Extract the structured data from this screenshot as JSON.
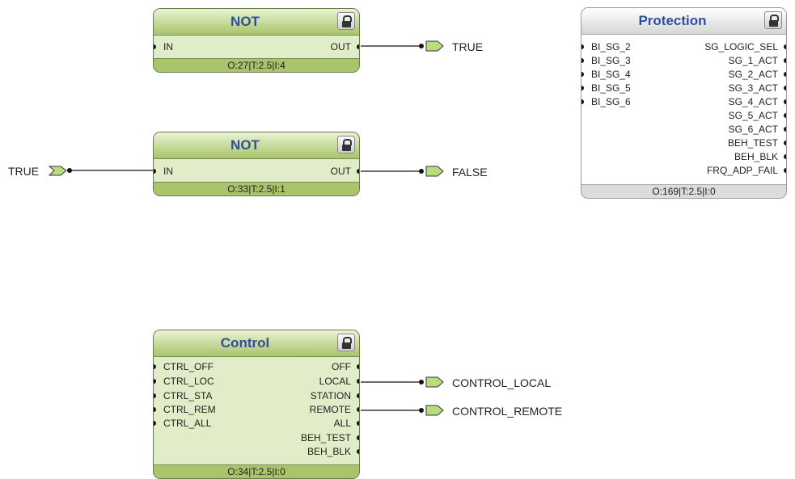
{
  "blocks": {
    "not1": {
      "title": "NOT",
      "inputs": [
        "IN"
      ],
      "outputs": [
        "OUT"
      ],
      "footer": "O:27|T:2.5|I:4"
    },
    "not2": {
      "title": "NOT",
      "inputs": [
        "IN"
      ],
      "outputs": [
        "OUT"
      ],
      "footer": "O:33|T:2.5|I:1"
    },
    "protection": {
      "title": "Protection",
      "inputs": [
        "BI_SG_2",
        "BI_SG_3",
        "BI_SG_4",
        "BI_SG_5",
        "BI_SG_6"
      ],
      "outputs": [
        "SG_LOGIC_SEL",
        "SG_1_ACT",
        "SG_2_ACT",
        "SG_3_ACT",
        "SG_4_ACT",
        "SG_5_ACT",
        "SG_6_ACT",
        "BEH_TEST",
        "BEH_BLK",
        "FRQ_ADP_FAIL"
      ],
      "footer": "O:169|T:2.5|I:0"
    },
    "control": {
      "title": "Control",
      "inputs": [
        "CTRL_OFF",
        "CTRL_LOC",
        "CTRL_STA",
        "CTRL_REM",
        "CTRL_ALL"
      ],
      "outputs": [
        "OFF",
        "LOCAL",
        "STATION",
        "REMOTE",
        "ALL",
        "BEH_TEST",
        "BEH_BLK"
      ],
      "footer": "O:34|T:2.5|I:0"
    }
  },
  "signals": {
    "not1_out": "TRUE",
    "not2_in": "TRUE",
    "not2_out": "FALSE",
    "control_local": "CONTROL_LOCAL",
    "control_remote": "CONTROL_REMOTE"
  },
  "icons": {
    "lock": "lock-icon",
    "output_connector": "output-connector-icon",
    "input_connector": "input-connector-icon"
  },
  "colors": {
    "block_green": "#e1ecc9",
    "header_green": "#a8c46a",
    "title_blue": "#2f4f9a"
  }
}
